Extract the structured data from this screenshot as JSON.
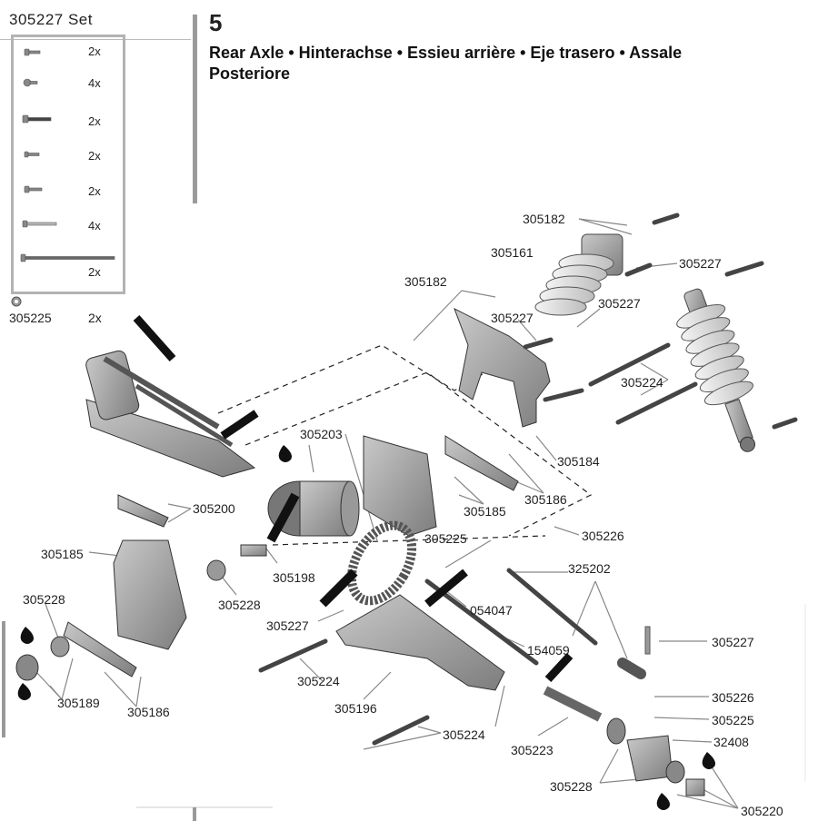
{
  "set": {
    "title": "305227 Set"
  },
  "step": {
    "number": "5",
    "title": "Rear Axle • Hinterachse • Essieu arrière • Eje trasero • Assale Posteriore"
  },
  "screw_box": {
    "quantities": [
      "2x",
      "4x",
      "2x",
      "2x",
      "2x",
      "4x",
      "2x"
    ]
  },
  "extra_part": {
    "label": "305225",
    "qty": "2x"
  },
  "part_labels": {
    "p305182a": "305182",
    "p305161": "305161",
    "p305227a": "305227",
    "p305182b": "305182",
    "p305227b": "305227",
    "p305227c": "305227",
    "p305224a": "305224",
    "p305203": "305203",
    "p305184": "305184",
    "p305186a": "305186",
    "p305200": "305200",
    "p305185a": "305185",
    "p305185b": "305185",
    "p305226a": "305226",
    "p305225a": "305225",
    "p325202": "325202",
    "p305198": "305198",
    "p305228a": "305228",
    "p305228b": "305228",
    "p054047": "054047",
    "p305227d": "305227",
    "p154059": "154059",
    "p305227e": "305227",
    "p305224b": "305224",
    "p305196": "305196",
    "p305189": "305189",
    "p305186b": "305186",
    "p305224c": "305224",
    "p305223": "305223",
    "p305226b": "305226",
    "p305225b": "305225",
    "p32408": "32408",
    "p305228c": "305228",
    "p305220": "305220"
  }
}
